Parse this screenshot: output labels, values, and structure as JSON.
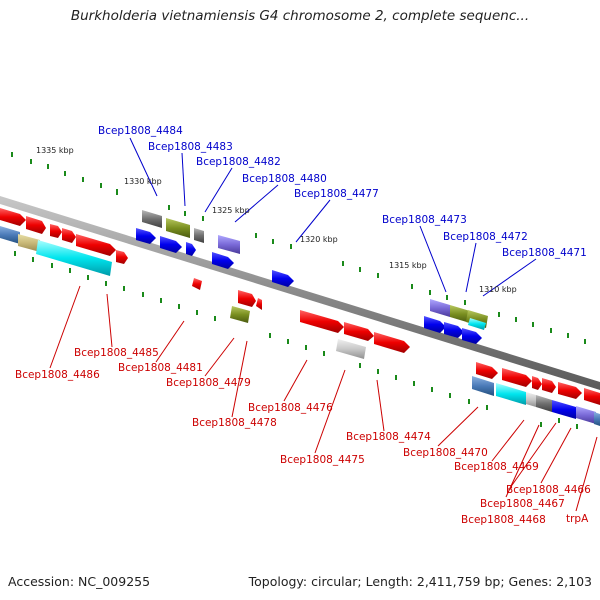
{
  "title": "Burkholderia vietnamiensis G4 chromosome 2, complete sequenc...",
  "footer": {
    "accession": "Accession: NC_009255",
    "summary": "Topology: circular; Length: 2,411,759 bp; Genes: 2,103"
  },
  "colors": {
    "backbone": "#8a8a8a",
    "tick": "#1a8a1a",
    "forward_label": "#0000cc",
    "reverse_label": "#cc0000",
    "scale_label": "#222222"
  },
  "scale_labels": [
    "1335 kbp",
    "1330 kbp",
    "1325 kbp",
    "1320 kbp",
    "1315 kbp",
    "1310 kbp"
  ],
  "forward_labels": [
    "Bcep1808_4484",
    "Bcep1808_4483",
    "Bcep1808_4482",
    "Bcep1808_4480",
    "Bcep1808_4477",
    "Bcep1808_4473",
    "Bcep1808_4472",
    "Bcep1808_4471"
  ],
  "reverse_labels": [
    "Bcep1808_4485",
    "Bcep1808_4486",
    "Bcep1808_4481",
    "Bcep1808_4479",
    "Bcep1808_4478",
    "Bcep1808_4476",
    "Bcep1808_4475",
    "Bcep1808_4474",
    "Bcep1808_4470",
    "Bcep1808_4469",
    "Bcep1808_4466",
    "Bcep1808_4467",
    "Bcep1808_4468",
    "trpA"
  ]
}
